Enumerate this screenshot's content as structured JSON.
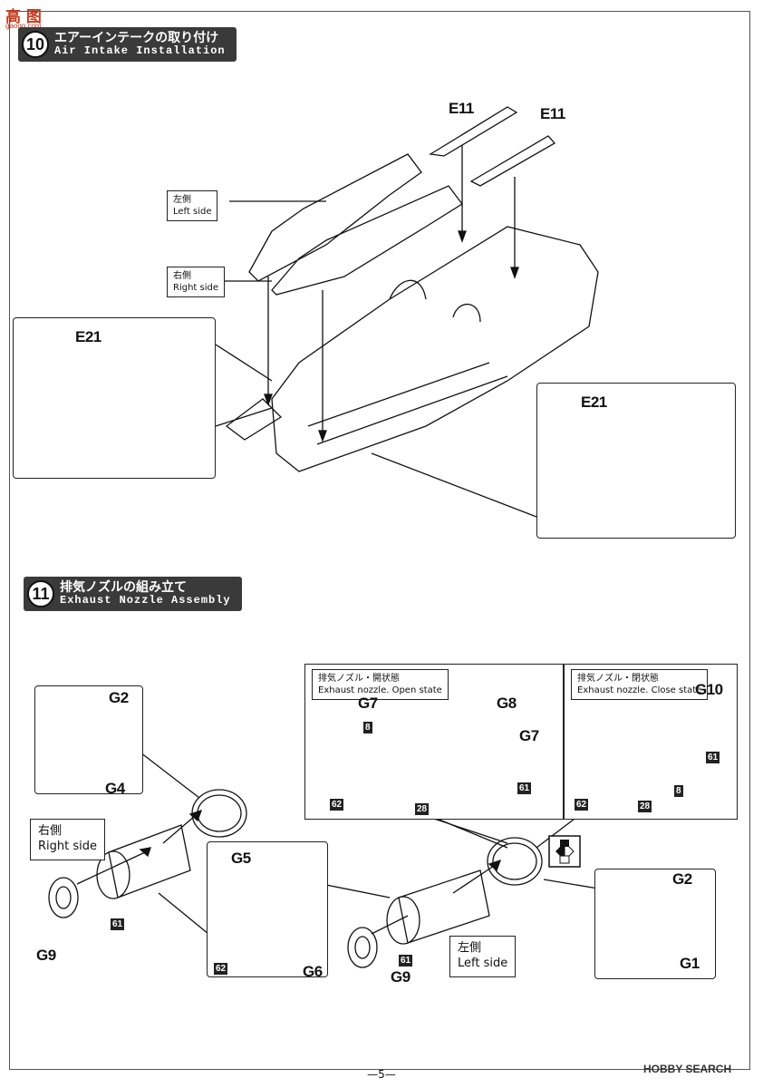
{
  "logo": {
    "text": "高 图",
    "url": "gaogo.com"
  },
  "steps": [
    {
      "num": "10",
      "jp": "エアーインテークの取り付け",
      "en": "Air Intake Installation"
    },
    {
      "num": "11",
      "jp": "排気ノズルの組み立て",
      "en": "Exhaust Nozzle Assembly"
    }
  ],
  "step10": {
    "left_side": {
      "jp": "左側",
      "en": "Left side"
    },
    "right_side": {
      "jp": "右側",
      "en": "Right side"
    },
    "parts": {
      "e11_a": "E11",
      "e11_b": "E11",
      "e21_left": "E21",
      "e21_right": "E21"
    }
  },
  "step11": {
    "right_side": {
      "jp": "右側",
      "en": "Right side"
    },
    "left_side": {
      "jp": "左側",
      "en": "Left side"
    },
    "open_state": {
      "jp": "排気ノズル・開状態",
      "en": "Exhaust nozzle. Open state"
    },
    "close_state": {
      "jp": "排気ノズル・閉状態",
      "en": "Exhaust nozzle. Close state"
    },
    "parts": {
      "g2_a": "G2",
      "g4": "G4",
      "g9_a": "G9",
      "g5": "G5",
      "g6": "G6",
      "g7_a": "G7",
      "g8": "G8",
      "g7_b": "G7",
      "g10": "G10",
      "g9_b": "G9",
      "g2_b": "G2",
      "g1": "G1"
    },
    "tags": {
      "t8_open": "8",
      "t62_open": "62",
      "t28_open": "28",
      "t61_open": "61",
      "t61_close": "61",
      "t62_close": "62",
      "t28_close": "28",
      "t8_close": "8",
      "t61_right": "61",
      "t62_inner": "62",
      "t61_left": "61"
    }
  },
  "footer": {
    "page": "—5—",
    "watermark": "HOBBY SEARCH"
  },
  "colors": {
    "header_bg": "#3a3a3a",
    "tag_bg": "#222222",
    "logo": "#c73a1e"
  }
}
